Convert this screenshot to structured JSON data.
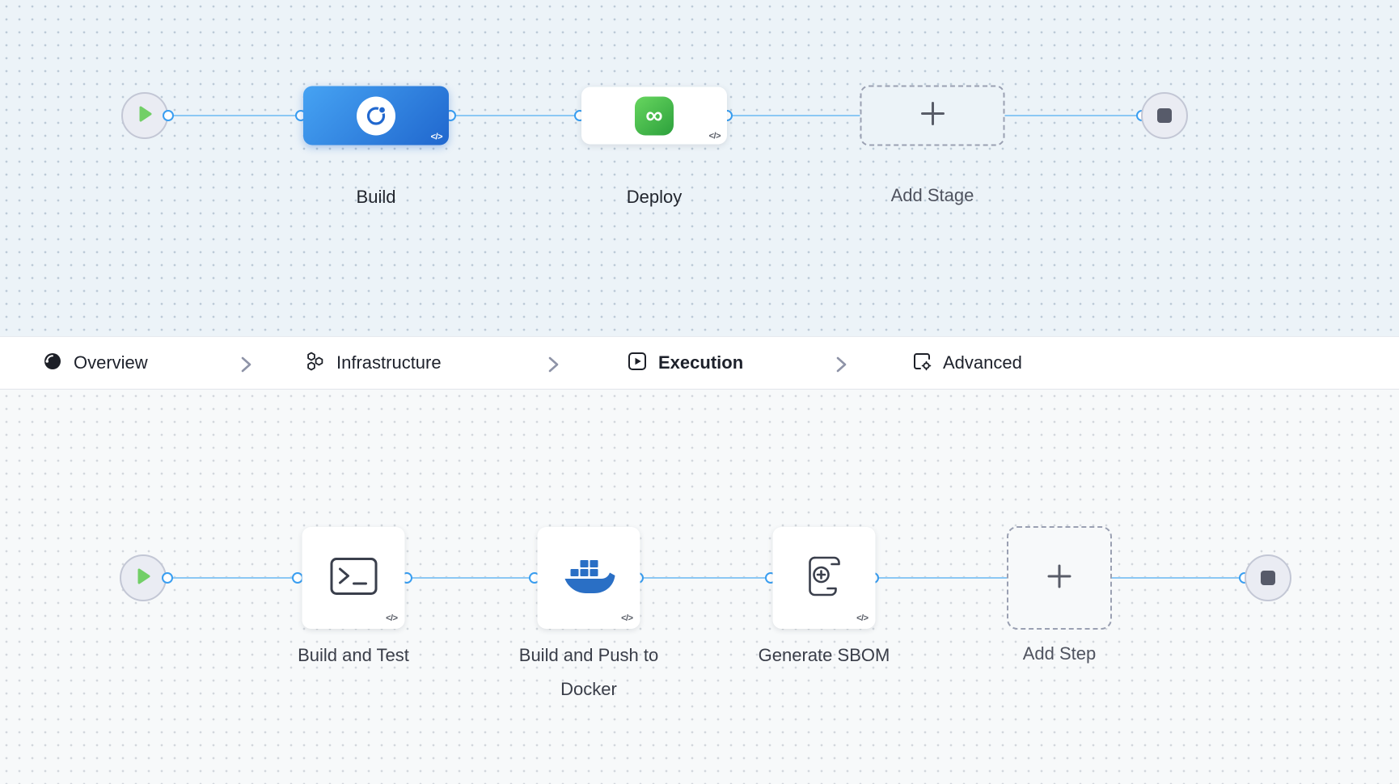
{
  "stage_lane": {
    "stages": [
      {
        "label": "Build"
      },
      {
        "label": "Deploy"
      }
    ],
    "add_stage_label": "Add Stage"
  },
  "tab_bar": {
    "tabs": [
      {
        "label": "Overview",
        "active": false
      },
      {
        "label": "Infrastructure",
        "active": false
      },
      {
        "label": "Execution",
        "active": true
      },
      {
        "label": "Advanced",
        "active": false
      }
    ]
  },
  "step_lane": {
    "steps": [
      {
        "label": "Build and Test"
      },
      {
        "label": "Build and Push to Docker"
      },
      {
        "label": "Generate SBOM"
      }
    ],
    "add_step_label": "Add Step"
  },
  "icons": {
    "code-badge": "</>",
    "cd-infinity": "∞"
  },
  "colors": {
    "accent_blue": "#0278d5",
    "connector_blue": "#8cc8f4",
    "port_blue": "#399ef1",
    "stage_gradient_start": "#46a3f3",
    "stage_gradient_end": "#2067ce",
    "cd_green": "#3cb548",
    "docker_blue": "#2a6fc5",
    "start_green": "#72cf67",
    "canvas_top_bg": "#ecf3f8",
    "canvas_bottom_bg": "#f7f9fa"
  }
}
